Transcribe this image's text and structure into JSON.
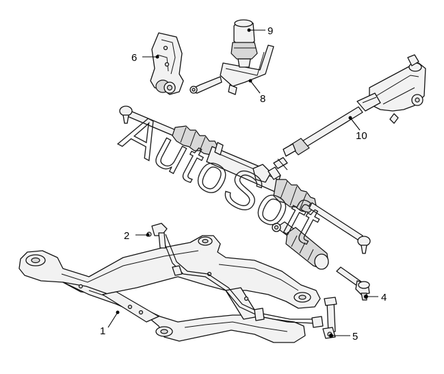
{
  "watermark": "AutoSoft",
  "callouts": [
    {
      "id": "1",
      "label": "1"
    },
    {
      "id": "2",
      "label": "2"
    },
    {
      "id": "4",
      "label": "4"
    },
    {
      "id": "5",
      "label": "5"
    },
    {
      "id": "6",
      "label": "6"
    },
    {
      "id": "8",
      "label": "8"
    },
    {
      "id": "9",
      "label": "9"
    },
    {
      "id": "10",
      "label": "10"
    }
  ]
}
